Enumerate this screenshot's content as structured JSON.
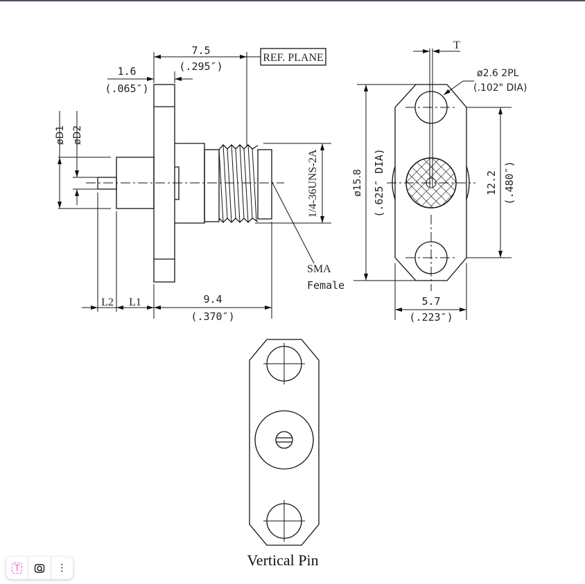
{
  "side_view": {
    "dim_7_5": "7.5",
    "dim_7_5_in": "(.295″)",
    "ref_plane": "REF. PLANE",
    "dim_1_6": "1.6",
    "dim_1_6_in": "(.065″)",
    "d1": "øD1",
    "d2": "øD2",
    "thread": "1/4-36UNS-2A",
    "sma": "SMA",
    "female": "Female",
    "l2": "L2",
    "l1": "L1",
    "dim_9_4": "9.4",
    "dim_9_4_in": "(.370″)"
  },
  "front_view": {
    "t": "T",
    "hole": "ø2.6  2PL",
    "hole_in": "(.102\"  DIA)",
    "dia": "ø15.8",
    "dia_in": "(.625″ DIA)",
    "spacing": "12.2",
    "spacing_in": "(.480″)",
    "width": "5.7",
    "width_in": "(.223″)"
  },
  "bottom_view": {
    "caption": "Vertical Pin"
  },
  "toolbar": {
    "text_icon": "T",
    "lens_icon": "lens",
    "more_icon": "⋮"
  }
}
